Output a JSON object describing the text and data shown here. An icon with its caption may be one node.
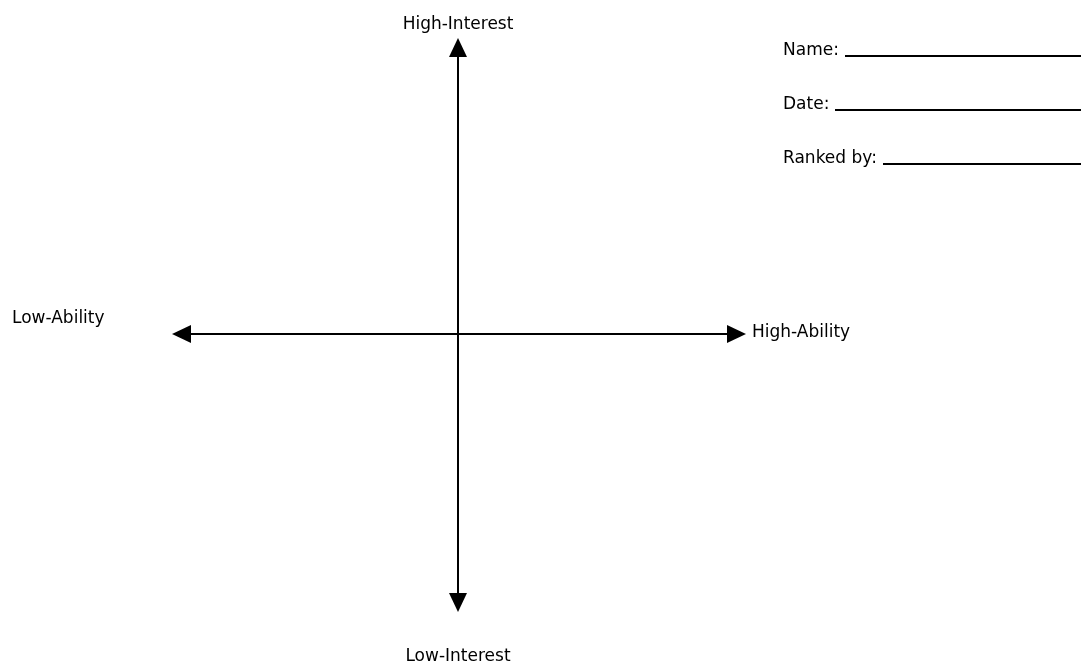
{
  "diagram": {
    "labels": [
      "High-Interest",
      "Name:",
      "Date:",
      "Ranked by:",
      "Low-Ability",
      "High-Ability",
      "Low-Interest"
    ]
  }
}
